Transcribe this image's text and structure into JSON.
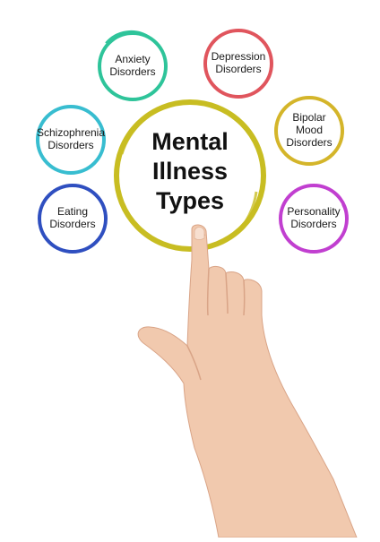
{
  "center": {
    "lines": [
      "Mental",
      "Illness",
      "Types"
    ],
    "color": "#c8bd22"
  },
  "nodes": [
    {
      "id": "anxiety",
      "lines": [
        "Anxiety",
        "Disorders"
      ],
      "color": "#2ec49a"
    },
    {
      "id": "depression",
      "lines": [
        "Depression",
        "Disorders"
      ],
      "color": "#e0555d"
    },
    {
      "id": "schizophrenia",
      "lines": [
        "Schizophrenia",
        "Disorders"
      ],
      "color": "#38bdd0"
    },
    {
      "id": "bipolar",
      "lines": [
        "Bipolar",
        "Mood",
        "Disorders"
      ],
      "color": "#d4b52a"
    },
    {
      "id": "eating",
      "lines": [
        "Eating",
        "Disorders"
      ],
      "color": "#2f4fc0"
    },
    {
      "id": "personality",
      "lines": [
        "Personality",
        "Disorders"
      ],
      "color": "#c13fd0"
    }
  ],
  "hand": {
    "skin": "#f1c9ae",
    "shadow": "#d9a487"
  }
}
